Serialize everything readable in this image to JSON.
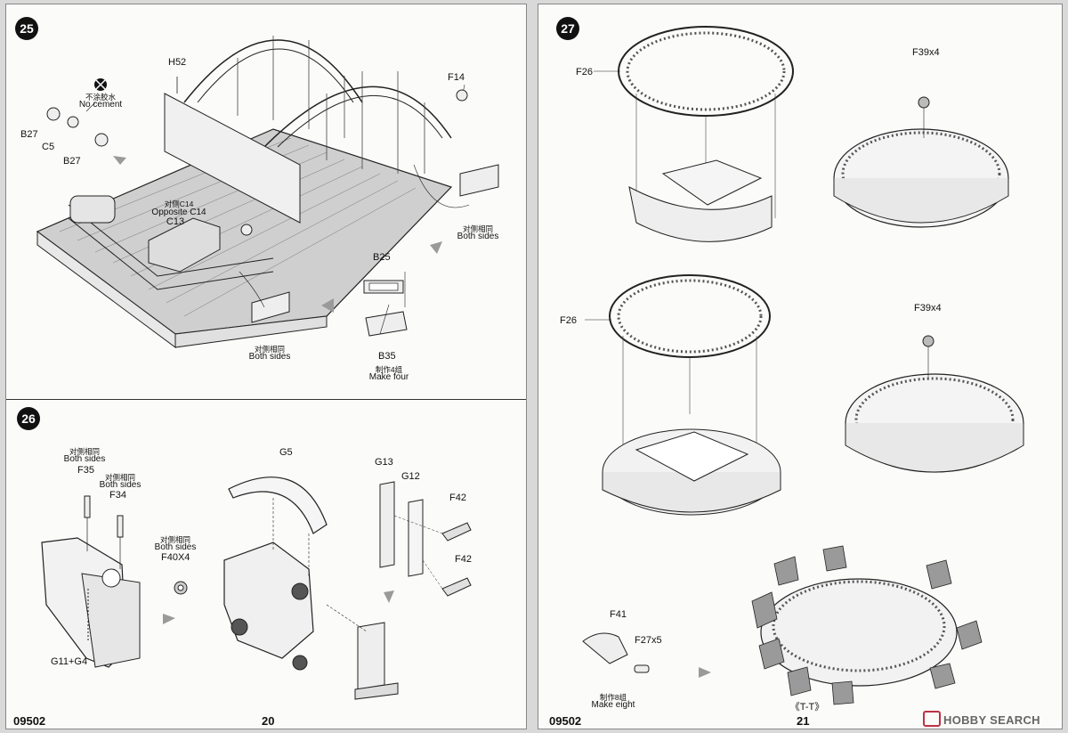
{
  "manual": {
    "code": "09502",
    "left_page_number": "20",
    "right_page_number": "21"
  },
  "steps": [
    {
      "number": "25",
      "labels": {
        "h52": "H52",
        "f14": "F14",
        "no_cement_zh": "不涂胶水",
        "no_cement_en": "No cement",
        "b27_a": "B27",
        "c5": "C5",
        "b27_b": "B27",
        "opposite_zh": "对侧C14",
        "opposite_en": "Opposite C14",
        "c13": "C13",
        "both_sides_zh_a": "对侧相同",
        "both_sides_en_a": "Both sides",
        "both_sides_zh_b": "对侧相同",
        "both_sides_en_b": "Both sides",
        "b25": "B25",
        "b35": "B35",
        "make_four_zh": "制作4组",
        "make_four_en": "Make four"
      }
    },
    {
      "number": "26",
      "labels": {
        "both_sides_zh_a": "对侧相同",
        "both_sides_en_a": "Both sides",
        "f35": "F35",
        "both_sides_zh_b": "对侧相同",
        "both_sides_en_b": "Both sides",
        "f34": "F34",
        "g11g4": "G11+G4",
        "both_sides_zh_c": "对侧相同",
        "both_sides_en_c": "Both sides",
        "f40x4": "F40X4",
        "g5": "G5",
        "g13": "G13",
        "g12": "G12",
        "f42_a": "F42",
        "f42_b": "F42"
      }
    },
    {
      "number": "27",
      "labels": {
        "f26_a": "F26",
        "f39x4_a": "F39x4",
        "f26_b": "F26",
        "f39x4_b": "F39x4",
        "f41": "F41",
        "f27x5": "F27x5",
        "make_eight_zh": "制作8组",
        "make_eight_en": "Make eight",
        "tt": "《T-T》"
      }
    }
  ],
  "watermark": {
    "text": "HOBBY SEARCH",
    "accent": "#b33344"
  },
  "colors": {
    "paper": "#fbfbf9",
    "ink": "#111111",
    "arrow": "#9a9a9a"
  }
}
